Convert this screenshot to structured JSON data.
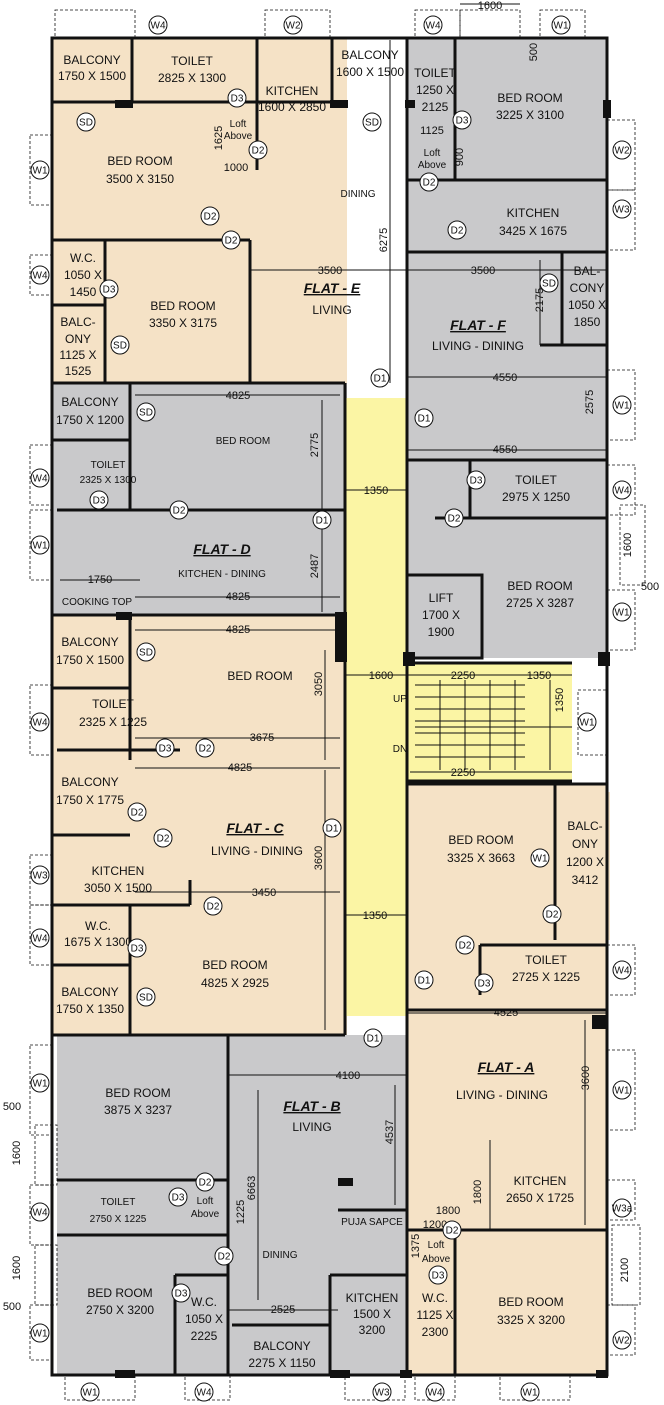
{
  "colors": {
    "beige": "#f5e2c6",
    "grey": "#c9c9cb",
    "corridor": "#fbf5a4",
    "wall": "#111111"
  },
  "flats": {
    "e": "FLAT - E",
    "f": "FLAT - F",
    "d": "FLAT - D",
    "c": "FLAT - C",
    "b": "FLAT - B",
    "a": "FLAT - A"
  },
  "rooms": {
    "e_balcony": [
      "BALCONY",
      "1750 X 1500"
    ],
    "e_toilet": [
      "TOILET",
      "2825 X 1300"
    ],
    "e_kitchen": [
      "KITCHEN",
      "1600 X 2850"
    ],
    "e_balcony2": [
      "BALCONY",
      "1600 X 1500"
    ],
    "e_bed1": [
      "BED ROOM",
      "3500 X 3150"
    ],
    "e_wc": [
      "W.C.",
      "1050 X",
      "1450"
    ],
    "e_bed2": [
      "BED ROOM",
      "3350 X 3175"
    ],
    "e_balcony3": [
      "BALC-",
      "ONY",
      "1125 X",
      "1525"
    ],
    "e_dining": "DINING",
    "e_living": "LIVING",
    "f_toilet": [
      "TOILET",
      "1250 X",
      "2125"
    ],
    "f_bed": [
      "BED ROOM",
      "3225 X 3100"
    ],
    "f_kitchen": [
      "KITCHEN",
      "3425 X 1675"
    ],
    "f_balcony": [
      "BAL-",
      "CONY",
      "1050 X",
      "1850"
    ],
    "f_living": "LIVING - DINING",
    "f_toilet2": [
      "TOILET",
      "2975 X 1250"
    ],
    "f_bed2": [
      "BED ROOM",
      "2725 X 3287"
    ],
    "d_balcony": [
      "BALCONY",
      "1750 X 1200"
    ],
    "d_bed": "BED ROOM",
    "d_toilet": [
      "TOILET",
      "2325 X 1300"
    ],
    "d_kitchen": "KITCHEN - DINING",
    "d_cook": "COOKING TOP",
    "lift": [
      "LIFT",
      "1700 X",
      "1900"
    ],
    "up": "UP",
    "dn": "DN",
    "c_balcony": [
      "BALCONY",
      "1750 X 1500"
    ],
    "c_bed": "BED ROOM",
    "c_toilet": [
      "TOILET",
      "2325 X 1225"
    ],
    "c_balcony2": [
      "BALCONY",
      "1750 X 1775"
    ],
    "c_living": "LIVING - DINING",
    "c_kitchen": [
      "KITCHEN",
      "3050 X 1500"
    ],
    "c_wc": [
      "W.C.",
      "1675 X 1300"
    ],
    "c_bed2": [
      "BED ROOM",
      "4825 X 2925"
    ],
    "c_balcony3": [
      "BALCONY",
      "1750 X 1350"
    ],
    "a_bed": [
      "BED ROOM",
      "3325 X 3663"
    ],
    "a_balcony": [
      "BALC-",
      "ONY",
      "1200 X",
      "3412"
    ],
    "a_toilet": [
      "TOILET",
      "2725 X 1225"
    ],
    "a_living": "LIVING - DINING",
    "a_kitchen": [
      "KITCHEN",
      "2650 X 1725"
    ],
    "a_wc": [
      "W.C.",
      "1125 X",
      "2300"
    ],
    "a_bed2": [
      "BED ROOM",
      "3325 X 3200"
    ],
    "a_loft": [
      "Loft",
      "Above"
    ],
    "b_bed": [
      "BED ROOM",
      "3875 X 3237"
    ],
    "b_living": "LIVING",
    "b_toilet": [
      "TOILET",
      "2750 X 1225"
    ],
    "b_loft": [
      "Loft",
      "Above"
    ],
    "b_dining": "DINING",
    "b_puja": "PUJA SAPCE",
    "b_bed2": [
      "BED ROOM",
      "2750 X 3200"
    ],
    "b_wc": [
      "W.C.",
      "1050 X",
      "2225"
    ],
    "b_kitchen": [
      "KITCHEN",
      "1500 X",
      "3200"
    ],
    "b_balcony": [
      "BALCONY",
      "2275 X 1150"
    ],
    "e_loft": [
      "Loft",
      "Above"
    ],
    "f_loft": [
      "Loft",
      "Above"
    ]
  },
  "dims": [
    "1600",
    "500",
    "1625",
    "1000",
    "1125",
    "900",
    "6275",
    "3500",
    "3500",
    "2175",
    "4550",
    "2575",
    "4550",
    "4825",
    "2775",
    "1350",
    "2487",
    "1750",
    "4825",
    "4825",
    "1600",
    "2250",
    "1350",
    "3050",
    "3675",
    "4825",
    "1350",
    "2250",
    "3600",
    "3450",
    "1350",
    "4525",
    "3600",
    "4100",
    "4537",
    "6663",
    "1225",
    "2525",
    "1800",
    "1800",
    "1200",
    "1375",
    "1600",
    "500",
    "1600",
    "500",
    "2100",
    "500",
    "1600"
  ],
  "tags": {
    "W1": "W1",
    "W2": "W2",
    "W3": "W3",
    "W3a": "W3a",
    "W4": "W4",
    "D1": "D1",
    "D2": "D2",
    "D3": "D3",
    "SD": "SD"
  }
}
